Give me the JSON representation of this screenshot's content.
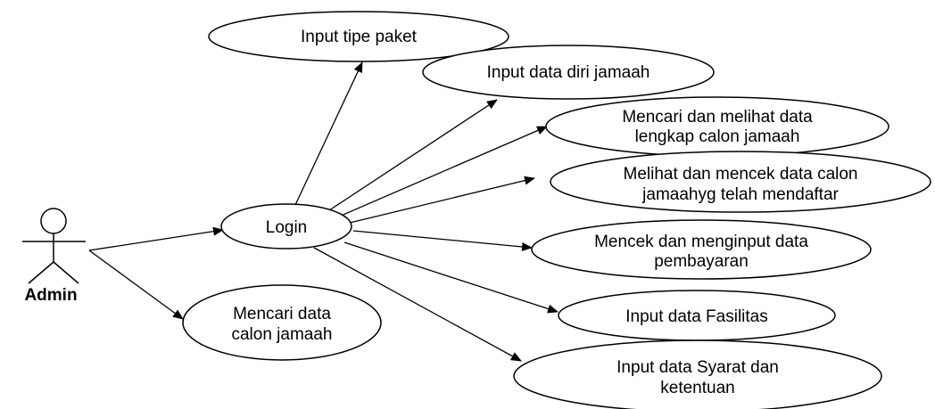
{
  "actor": {
    "label": "Admin"
  },
  "use_cases": {
    "login": [
      "Login"
    ],
    "input_tipe_paket": [
      "Input tipe paket"
    ],
    "input_data_diri": [
      "Input data diri jamaah"
    ],
    "mencari_melihat": [
      "Mencari dan melihat data",
      "lengkap calon jamaah"
    ],
    "melihat_mencek": [
      "Melihat dan mencek data calon",
      "jamaahyg telah mendaftar"
    ],
    "mencek_menginput": [
      "Mencek dan menginput data",
      "pembayaran"
    ],
    "input_fasilitas": [
      "Input data Fasilitas"
    ],
    "input_syarat": [
      "Input data Syarat dan",
      "ketentuan"
    ],
    "mencari_data_calon": [
      "Mencari data",
      "calon jamaah"
    ]
  },
  "relations": [
    {
      "from": "actor",
      "to": "login"
    },
    {
      "from": "actor",
      "to": "mencari_data_calon"
    },
    {
      "from": "login",
      "to": "input_tipe_paket"
    },
    {
      "from": "login",
      "to": "input_data_diri"
    },
    {
      "from": "login",
      "to": "mencari_melihat"
    },
    {
      "from": "login",
      "to": "melihat_mencek"
    },
    {
      "from": "login",
      "to": "mencek_menginput"
    },
    {
      "from": "login",
      "to": "input_fasilitas"
    },
    {
      "from": "login",
      "to": "input_syarat"
    }
  ]
}
